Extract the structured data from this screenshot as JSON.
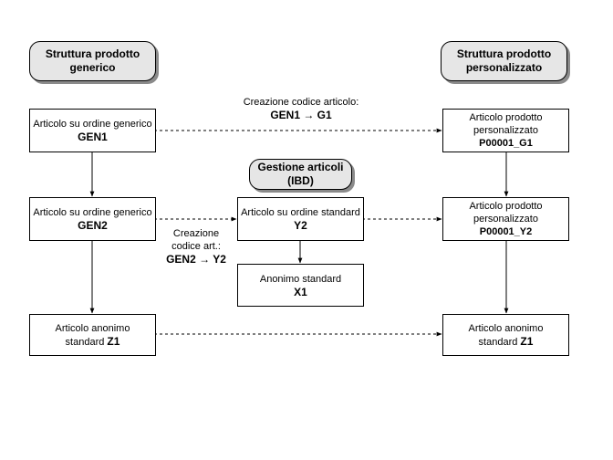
{
  "headers": {
    "generic": "Struttura prodotto generico",
    "generic_l1": "Struttura prodotto",
    "generic_l2": "generico",
    "custom_l1": "Struttura prodotto",
    "custom_l2": "personalizzato",
    "ibd_l1": "Gestione articoli",
    "ibd_l2": "(IBD)"
  },
  "left": {
    "gen1_label": "Articolo su ordine generico",
    "gen1_code": "GEN1",
    "gen2_label": "Articolo su ordine generico",
    "gen2_code": "GEN2",
    "z1_label_l1": "Articolo anonimo",
    "z1_label_l2": "standard",
    "z1_code": "Z1"
  },
  "middle": {
    "y2_label": "Articolo su ordine standard",
    "y2_code": "Y2",
    "x1_label": "Anonimo standard",
    "x1_code": "X1"
  },
  "right": {
    "g1_label_l1": "Articolo prodotto",
    "g1_label_l2": "personalizzato",
    "g1_code": "P00001_G1",
    "y2_label_l1": "Articolo prodotto",
    "y2_label_l2": "personalizzato",
    "y2_code": "P00001_Y2",
    "z1_label_l1": "Articolo anonimo",
    "z1_label_l2": "standard",
    "z1_code": "Z1"
  },
  "notes": {
    "top_l1": "Creazione codice articolo:",
    "top_code": "GEN1 → G1",
    "mid_l1": "Creazione",
    "mid_l2": "codice art.:",
    "mid_code": "GEN2 → Y2"
  }
}
